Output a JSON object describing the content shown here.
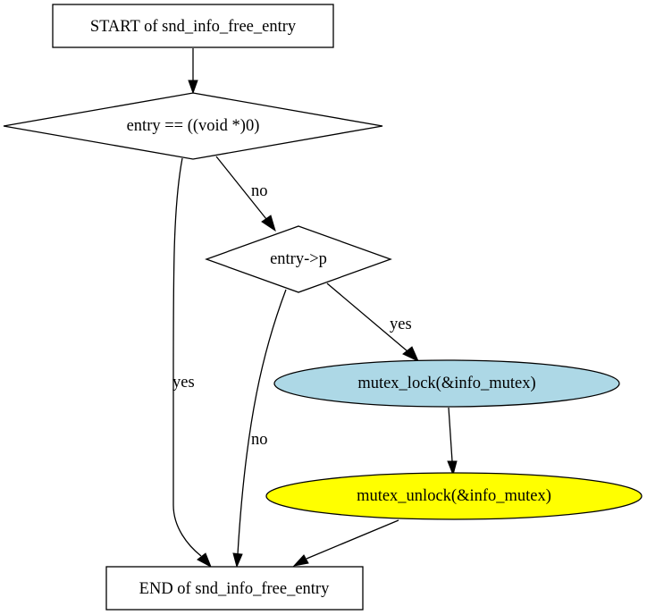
{
  "diagram": {
    "type": "flowchart",
    "nodes": [
      {
        "id": "start",
        "label": "START of snd_info_free_entry",
        "shape": "box",
        "fill": "#ffffff"
      },
      {
        "id": "cond1",
        "label": "entry == ((void *)0)",
        "shape": "diamond",
        "fill": "#ffffff"
      },
      {
        "id": "cond2",
        "label": "entry->p",
        "shape": "diamond",
        "fill": "#ffffff"
      },
      {
        "id": "lock",
        "label": "mutex_lock(&info_mutex)",
        "shape": "ellipse",
        "fill": "#add8e6"
      },
      {
        "id": "unlock",
        "label": "mutex_unlock(&info_mutex)",
        "shape": "ellipse",
        "fill": "#ffff00"
      },
      {
        "id": "end",
        "label": "END of snd_info_free_entry",
        "shape": "box",
        "fill": "#ffffff"
      }
    ],
    "edges": [
      {
        "from": "start",
        "to": "cond1",
        "label": ""
      },
      {
        "from": "cond1",
        "to": "cond2",
        "label": "no"
      },
      {
        "from": "cond1",
        "to": "end",
        "label": "yes"
      },
      {
        "from": "cond2",
        "to": "lock",
        "label": "yes"
      },
      {
        "from": "cond2",
        "to": "end",
        "label": "no"
      },
      {
        "from": "lock",
        "to": "unlock",
        "label": ""
      },
      {
        "from": "unlock",
        "to": "end",
        "label": ""
      }
    ]
  }
}
